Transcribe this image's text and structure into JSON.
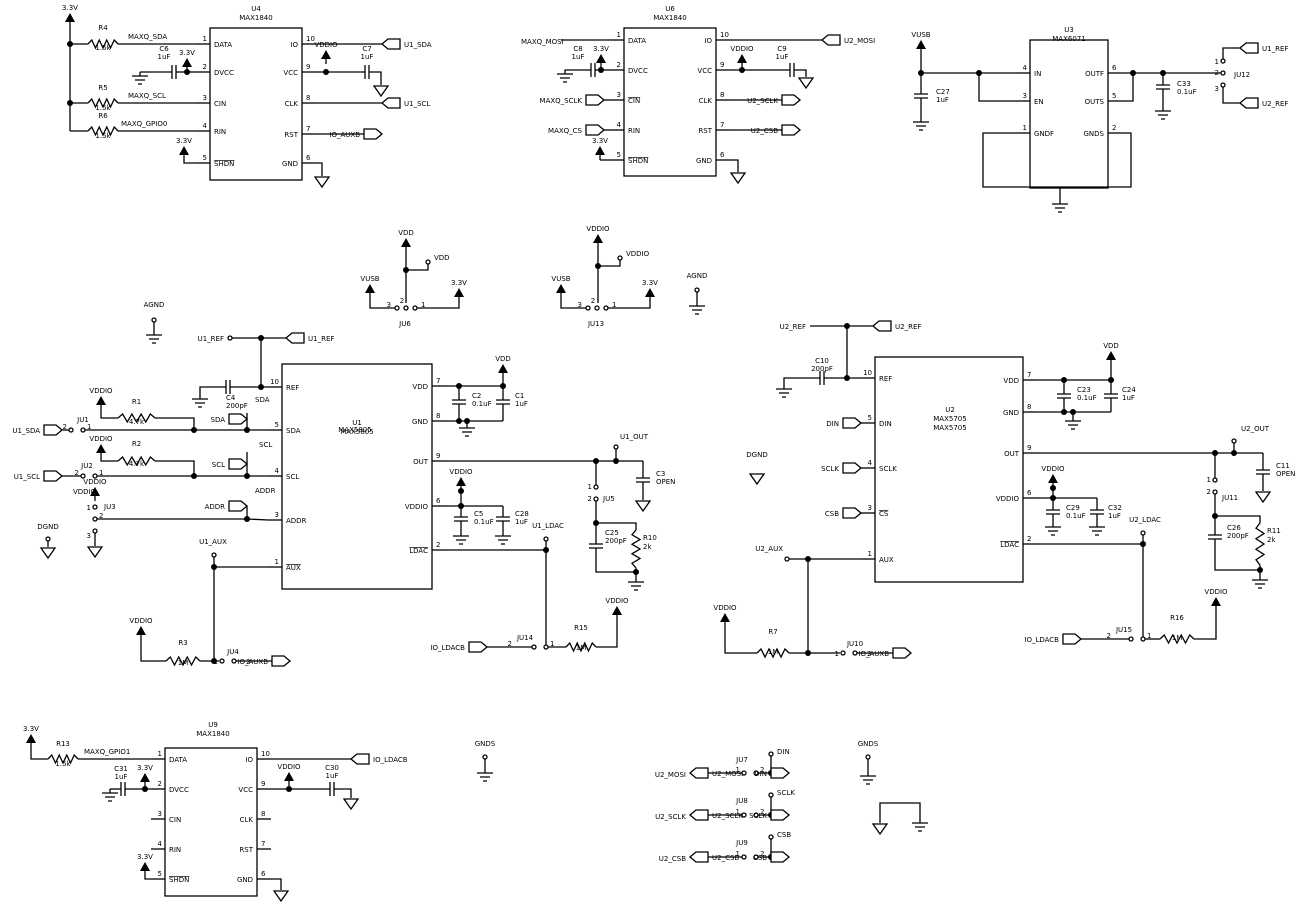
{
  "chips": {
    "u4": {
      "ref": "U4",
      "part": "MAX1840",
      "pins": [
        "DATA",
        "DVCC",
        "CIN",
        "RIN",
        "SHDN",
        "IO",
        "VCC",
        "CLK",
        "RST",
        "GND"
      ],
      "nums": [
        "1",
        "2",
        "3",
        "4",
        "5",
        "10",
        "9",
        "8",
        "7",
        "6"
      ]
    },
    "u6": {
      "ref": "U6",
      "part": "MAX1840",
      "pins": [
        "DATA",
        "DVCC",
        "CIN",
        "RIN",
        "SHDN",
        "IO",
        "VCC",
        "CLK",
        "RST",
        "GND"
      ],
      "nums": [
        "1",
        "2",
        "3",
        "4",
        "5",
        "10",
        "9",
        "8",
        "7",
        "6"
      ]
    },
    "u9": {
      "ref": "U9",
      "part": "MAX1840",
      "pins": [
        "DATA",
        "DVCC",
        "CIN",
        "RIN",
        "SHDN",
        "IO",
        "VCC",
        "CLK",
        "RST",
        "GND"
      ],
      "nums": [
        "1",
        "2",
        "3",
        "4",
        "5",
        "10",
        "9",
        "8",
        "7",
        "6"
      ]
    },
    "u3": {
      "ref": "U3",
      "part": "MAX6071",
      "pins": [
        "IN",
        "EN",
        "GNDF",
        "OUTF",
        "OUTS",
        "GNDS"
      ],
      "nums": [
        "4",
        "3",
        "1",
        "6",
        "5",
        "2"
      ]
    },
    "u1": {
      "ref": "U1",
      "part": "MAX5805",
      "pins": [
        "REF",
        "SDA",
        "SCL",
        "ADDR",
        "AUX",
        "VDD",
        "GND",
        "OUT",
        "VDDIO",
        "LDAC"
      ],
      "nums": [
        "10",
        "5",
        "4",
        "3",
        "1",
        "7",
        "8",
        "9",
        "6",
        "2"
      ]
    },
    "u2": {
      "ref": "U2",
      "part": "MAX5705",
      "pins": [
        "REF",
        "DIN",
        "SCLK",
        "CS",
        "AUX",
        "VDD",
        "GND",
        "OUT",
        "VDDIO",
        "LDAC"
      ],
      "nums": [
        "10",
        "5",
        "4",
        "3",
        "1",
        "7",
        "8",
        "9",
        "6",
        "2"
      ]
    }
  },
  "parts": {
    "r4": [
      "R4",
      "1.5k"
    ],
    "r5": [
      "R5",
      "1.5k"
    ],
    "r6": [
      "R6",
      "1.5k"
    ],
    "r13": [
      "R13",
      "1.5k"
    ],
    "r1": [
      "R1",
      "4.7k"
    ],
    "r2": [
      "R2",
      "4.7k"
    ],
    "r3": [
      "R3",
      "1M"
    ],
    "r7": [
      "R7",
      "1M"
    ],
    "r15": [
      "R15",
      "1M"
    ],
    "r16": [
      "R16",
      "1M"
    ],
    "r10": [
      "R10",
      "2k"
    ],
    "r11": [
      "R11",
      "2k"
    ],
    "c6": [
      "C6",
      "1uF"
    ],
    "c7": [
      "C7",
      "1uF"
    ],
    "c8": [
      "C8",
      "1uF"
    ],
    "c9": [
      "C9",
      "1uF"
    ],
    "c31": [
      "C31",
      "1uF"
    ],
    "c30": [
      "C30",
      "1uF"
    ],
    "c27": [
      "C27",
      "1uF"
    ],
    "c33": [
      "C33",
      "0.1uF"
    ],
    "c4": [
      "C4",
      "200pF"
    ],
    "c10": [
      "C10",
      "200pF"
    ],
    "c2": [
      "C2",
      "0.1uF"
    ],
    "c1": [
      "C1",
      "1uF"
    ],
    "c23": [
      "C23",
      "0.1uF"
    ],
    "c24": [
      "C24",
      "1uF"
    ],
    "c3": [
      "C3",
      "OPEN"
    ],
    "c11": [
      "C11",
      "OPEN"
    ],
    "c5": [
      "C5",
      "0.1uF"
    ],
    "c28": [
      "C28",
      "1uF"
    ],
    "c29": [
      "C29",
      "0.1uF"
    ],
    "c32": [
      "C32",
      "1uF"
    ],
    "c25": [
      "C25",
      "200pF"
    ],
    "c26": [
      "C26",
      "200pF"
    ]
  },
  "jumpers": [
    "JU1",
    "JU2",
    "JU3",
    "JU4",
    "JU5",
    "JU6",
    "JU7",
    "JU8",
    "JU9",
    "JU10",
    "JU11",
    "JU12",
    "JU13",
    "JU14",
    "JU15"
  ],
  "nets": {
    "v33": "3.3V",
    "vddio": "VDDIO",
    "vdd": "VDD",
    "vusb": "VUSB",
    "agnd": "AGND",
    "dgnd": "DGND",
    "gnds": "GNDS",
    "maxq_sda": "MAXQ_SDA",
    "maxq_scl": "MAXQ_SCL",
    "maxq_gpio0": "MAXQ_GPIO0",
    "maxq_gpio1": "MAXQ_GPIO1",
    "maxq_mosi": "MAXQ_MOSI",
    "maxq_sclk": "MAXQ_SCLK",
    "maxq_cs": "MAXQ_CS",
    "u1_sda": "U1_SDA",
    "u1_scl": "U1_SCL",
    "io_auxb": "IO_AUXB",
    "io_ldacb": "IO_LDACB",
    "u2_mosi": "U2_MOSI",
    "u2_sclk": "U2_SCLK",
    "u2_csb": "U2_CSB",
    "u1_ref": "U1_REF",
    "u2_ref": "U2_REF",
    "u1_out": "U1_OUT",
    "u2_out": "U2_OUT",
    "u1_aux": "U1_AUX",
    "u2_aux": "U2_AUX",
    "u1_ldac": "U1_LDAC",
    "u2_ldac": "U2_LDAC",
    "sda": "SDA",
    "scl": "SCL",
    "addr": "ADDR",
    "din": "DIN",
    "sclk": "SCLK",
    "csb": "CSB"
  },
  "pin_digits": {
    "p1": "1",
    "p2": "2",
    "p3": "3"
  }
}
